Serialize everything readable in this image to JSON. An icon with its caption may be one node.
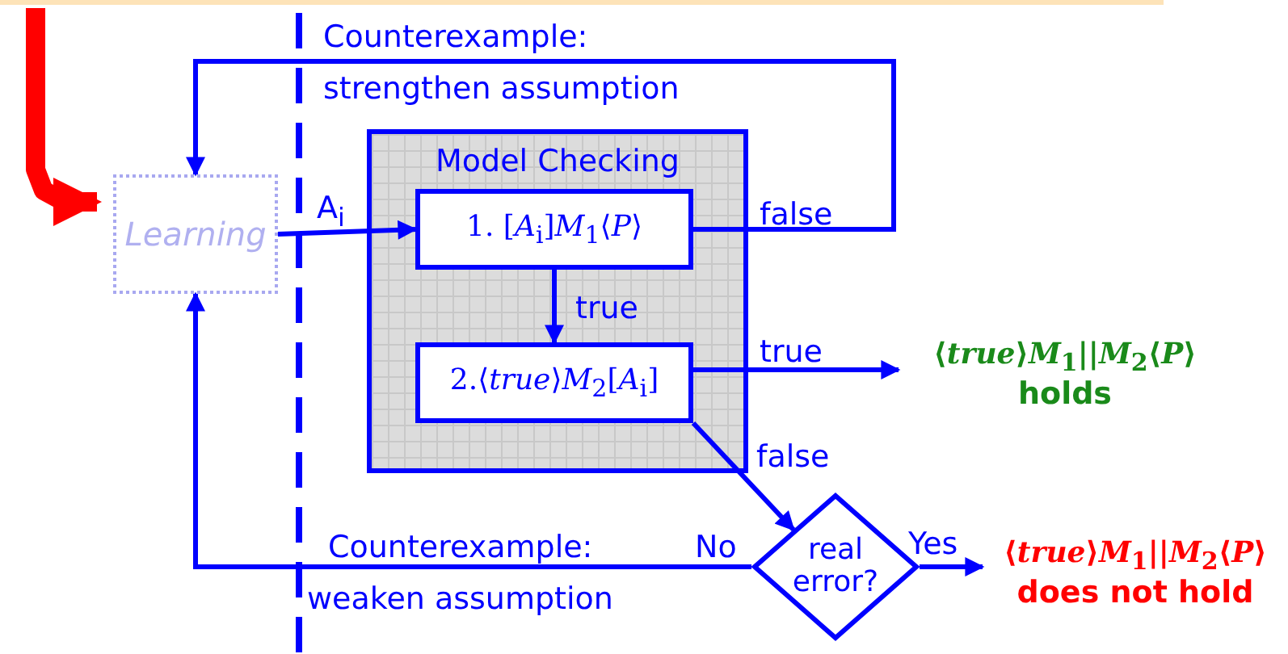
{
  "diagram": {
    "nodes": [
      {
        "text": [
          "Learning"
        ]
      },
      {
        "text": [
          "Model Checking"
        ]
      },
      {
        "text": [
          "1. [*A*$_{i}$]*M*$_{1}$⟨*P*⟩"
        ],
        "in": 1
      },
      {
        "text": [
          "2.⟨*true*⟩*M*$_{2}$[*A*$_{i}$]"
        ],
        "in": 1
      },
      {
        "text": [
          "real error?"
        ]
      },
      {
        "text": [
          "⟨*true*⟩*M*$_{1}$||*M*$_{2}$⟨*P*⟩",
          "holds"
        ]
      },
      {
        "text": [
          "⟨*true*⟩*M*$_{1}$||*M*$_{2}$⟨*P*⟩",
          "does not hold"
        ]
      }
    ],
    "edges": [
      {
        "from": 0,
        "to": 2,
        "arrow": "to",
        "label": "A$_{i}$"
      },
      {
        "from": 2,
        "to": 3,
        "arrow": "to",
        "label": "true"
      },
      {
        "from": 2,
        "to": 0,
        "arrow": "to",
        "label": "false"
      },
      {
        "from": 3,
        "to": 5,
        "arrow": "to",
        "label": "true"
      },
      {
        "from": 3,
        "to": 4,
        "arrow": "to",
        "label": "false"
      },
      {
        "from": 4,
        "to": 6,
        "arrow": "to",
        "label": "Yes"
      },
      {
        "from": 4,
        "to": 0,
        "arrow": "to",
        "label": "No"
      },
      {
        "from": null,
        "to": 0,
        "arrow": "to",
        "style": "thick",
        "color": "#ff0000"
      }
    ],
    "labels": [
      "Counterexample:",
      "strengthen assumption",
      "Counterexample:",
      "weaken assumption"
    ]
  }
}
